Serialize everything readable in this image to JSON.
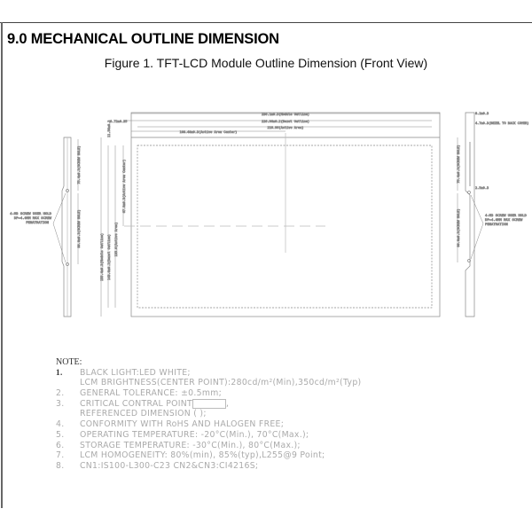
{
  "heading": "9.0  MECHANICAL OUTLINE DIMENSION",
  "caption": "Figure 1. TFT-LCD Module Outline Dimension (Front View)",
  "drawing": {
    "dim_module_outline": "236.1±0.3(Module Outline)",
    "dim_bezel_outline": "226.96±0.2(Bezel Outline)",
    "dim_active_area": "216.96(Active Area)",
    "dim_active_center": "108.48±0.3(Active Area Center)",
    "dim_left_offset": "6.72±0.35",
    "dim_top_offset": "11.56±0.3",
    "dim_height_module": "155.4±0.3(Module Outline)",
    "dim_height_bezel": "143.6±0.2(Bezel Outline)",
    "dim_height_active": "135.6(Active Area)",
    "dim_height_center": "67.8±0.3(Active Area Center)",
    "side_dim_top": "75.4±0.3(SCREW HOLE)",
    "side_dim_bottom": "80.0±0.3(SCREW HOLE)",
    "left_screw_note": [
      "4-M3 SCREW USER HOLD",
      "DP=4.0MM MAX SCREW",
      "PENATRATION"
    ],
    "right_screw_note": [
      "4-M3 SCREW USER HOLD",
      "DP=4.0MM MAX SCREW",
      "PENATRATION"
    ],
    "right_top_dim": "8.2±0.3",
    "right_panel_dim": "4.7±0.3(BEZEL TO BACK COVER)",
    "right_mid_dim": "2.5±0.3"
  },
  "notes": {
    "title": "NOTE:",
    "items": [
      {
        "num": "1.",
        "lines": [
          "BLACK LIGHT:LED WHITE;",
          "LCM BRIGHTNESS(CENTER POINT):280cd/m²(Min),350cd/m²(Typ)"
        ]
      },
      {
        "num": "2.",
        "lines": [
          "GENERAL TOLERANCE: ±0.5mm;"
        ]
      },
      {
        "num": "3.",
        "lines": [
          "CRITICAL CONTRAL POINT",
          "REFERENCED DIMENSION (       );"
        ]
      },
      {
        "num": "4.",
        "lines": [
          "CONFORMITY WITH RoHS AND HALOGEN FREE;"
        ]
      },
      {
        "num": "5.",
        "lines": [
          "OPERATING TEMPERATURE: -20°C(Min.), 70°C(Max.);"
        ]
      },
      {
        "num": "6.",
        "lines": [
          "STORAGE TEMPERATURE: -30°C(Min.), 80°C(Max.);"
        ]
      },
      {
        "num": "7.",
        "lines": [
          "LCM HOMOGENEITY: 80%(min), 85%(typ),L255@9 Point;"
        ]
      },
      {
        "num": "8.",
        "lines": [
          "CN1:IS100-L300-C23      CN2&CN3:CI4216S;"
        ]
      }
    ]
  }
}
